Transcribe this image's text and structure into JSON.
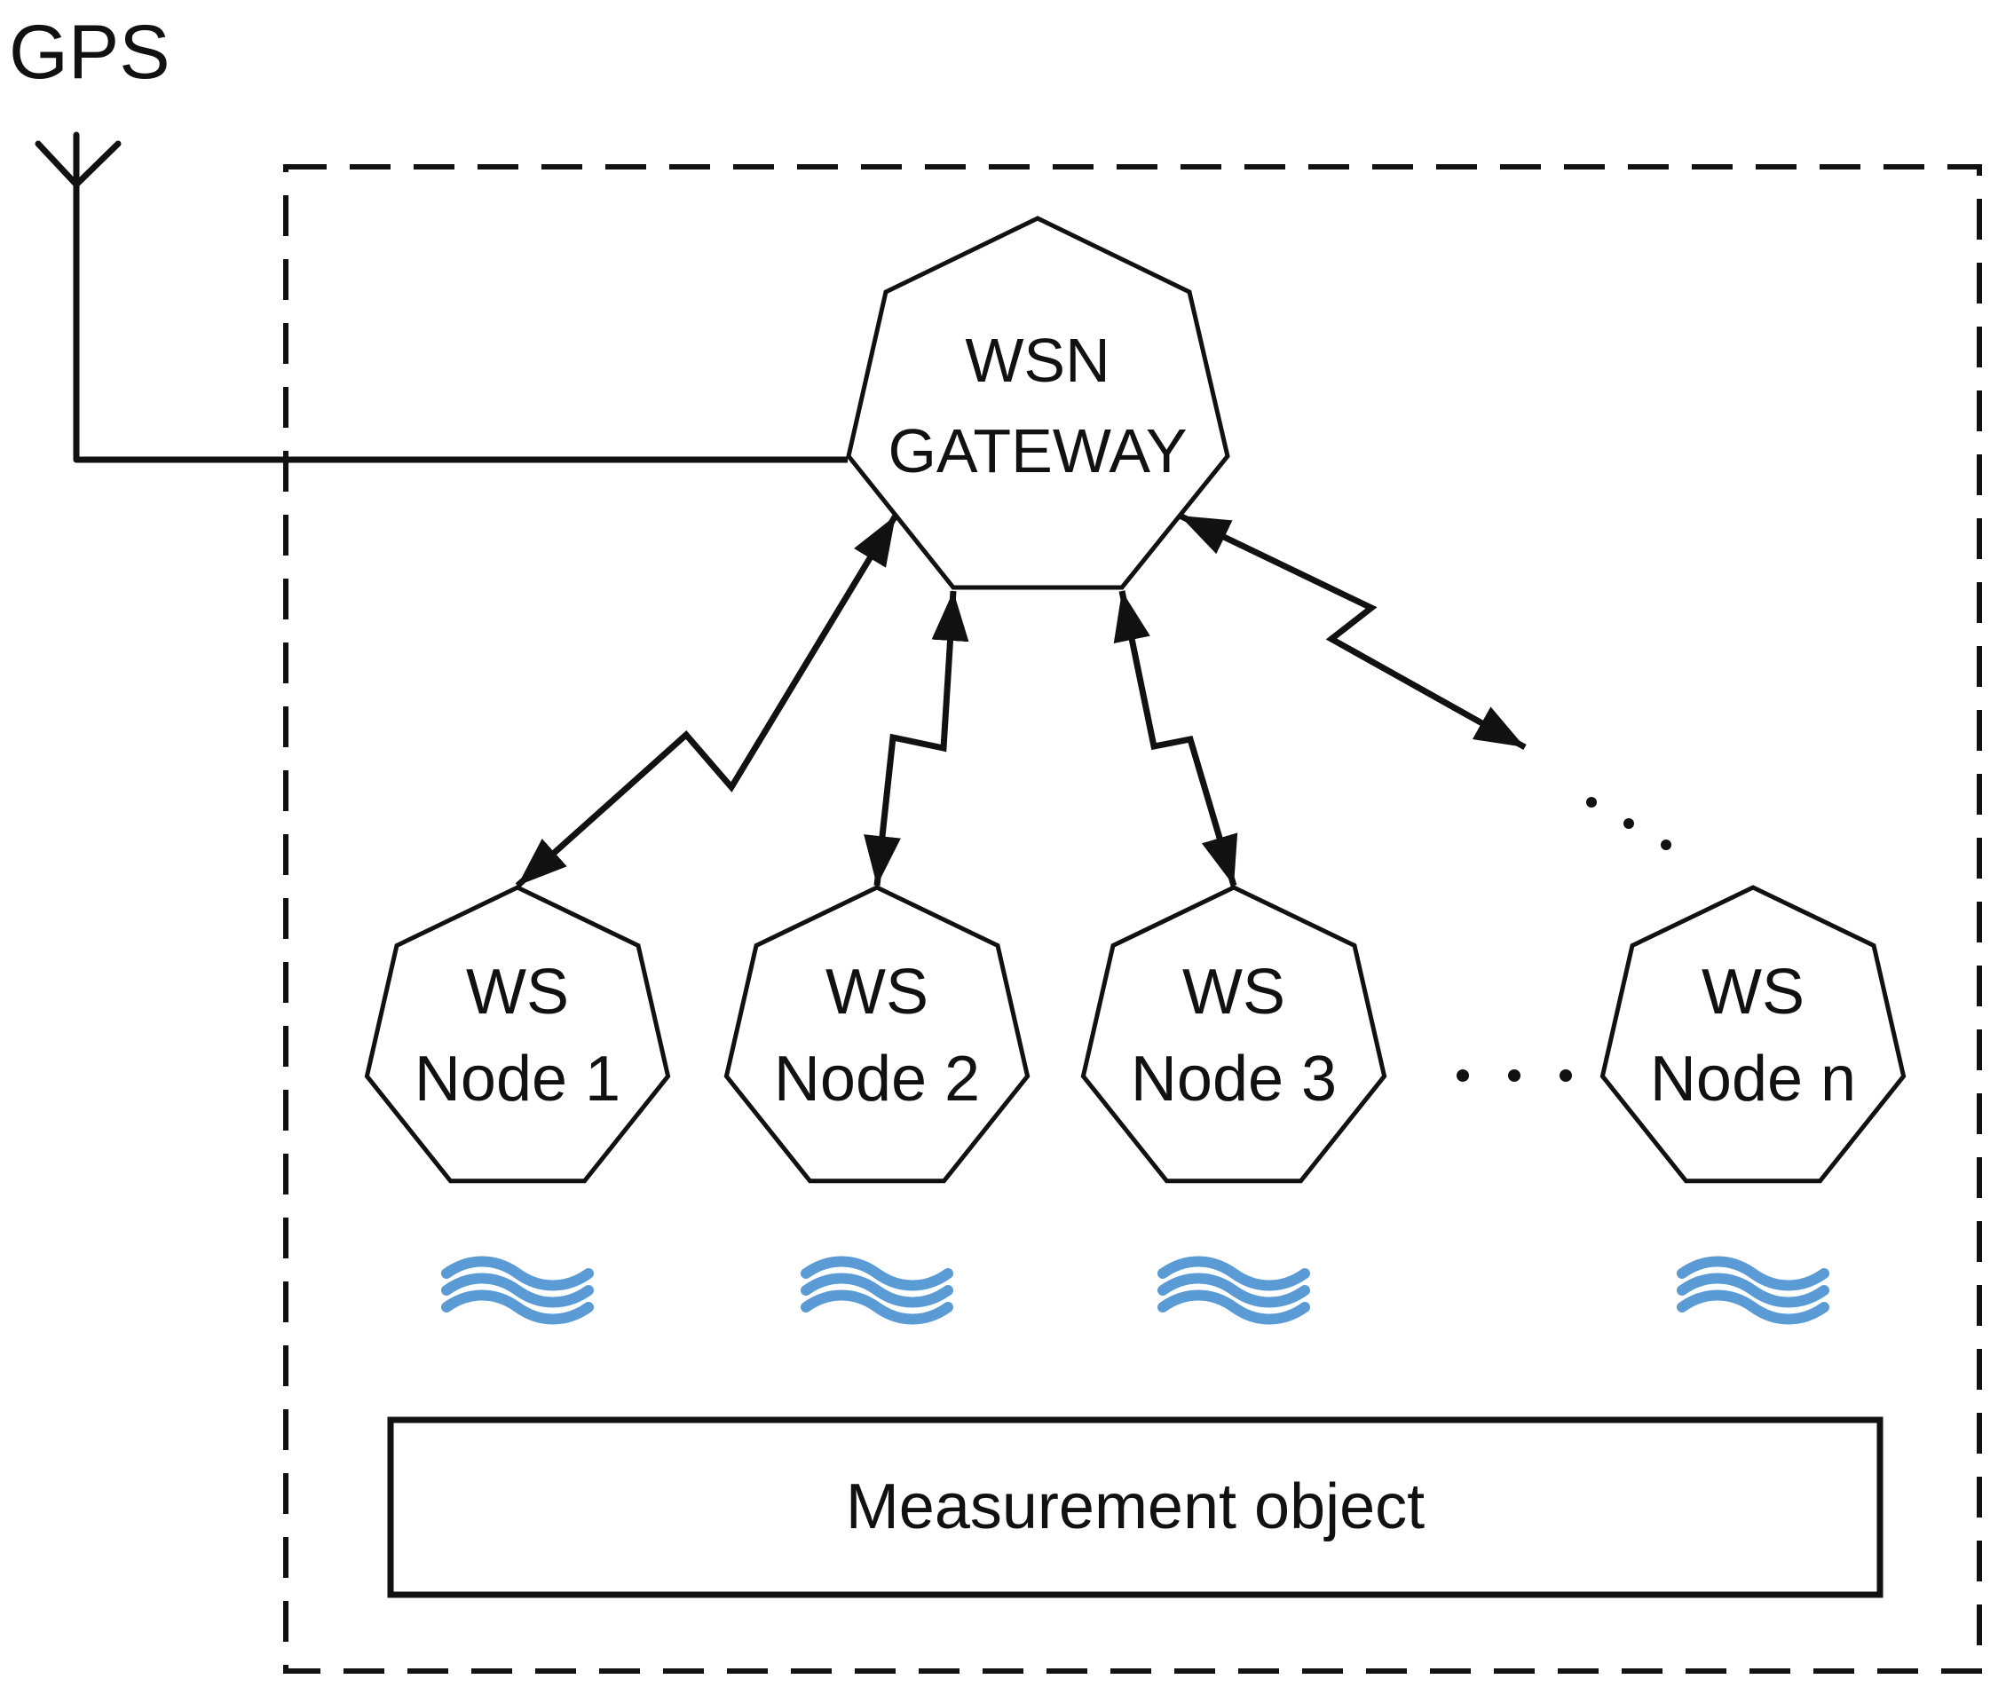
{
  "diagram": {
    "gps": {
      "label": "GPS"
    },
    "gateway": {
      "line1": "WSN",
      "line2": "GATEWAY"
    },
    "nodes": [
      {
        "line1": "WS",
        "line2": "Node 1"
      },
      {
        "line1": "WS",
        "line2": "Node 2"
      },
      {
        "line1": "WS",
        "line2": "Node 3"
      },
      {
        "line1": "WS",
        "line2": "Node n"
      }
    ],
    "measurement_object": {
      "label": "Measurement object"
    },
    "icons": {
      "antenna": "antenna-icon",
      "radio_waves": "radio-waves-icon",
      "wireless_link": "zigzag-arrow-icon",
      "ellipsis_horizontal": "ellipsis-horizontal-icon",
      "ellipsis_diagonal": "ellipsis-diagonal-icon"
    },
    "colors": {
      "line": "#111111",
      "wave_blue": "#5B9BD5",
      "background": "#ffffff"
    }
  }
}
